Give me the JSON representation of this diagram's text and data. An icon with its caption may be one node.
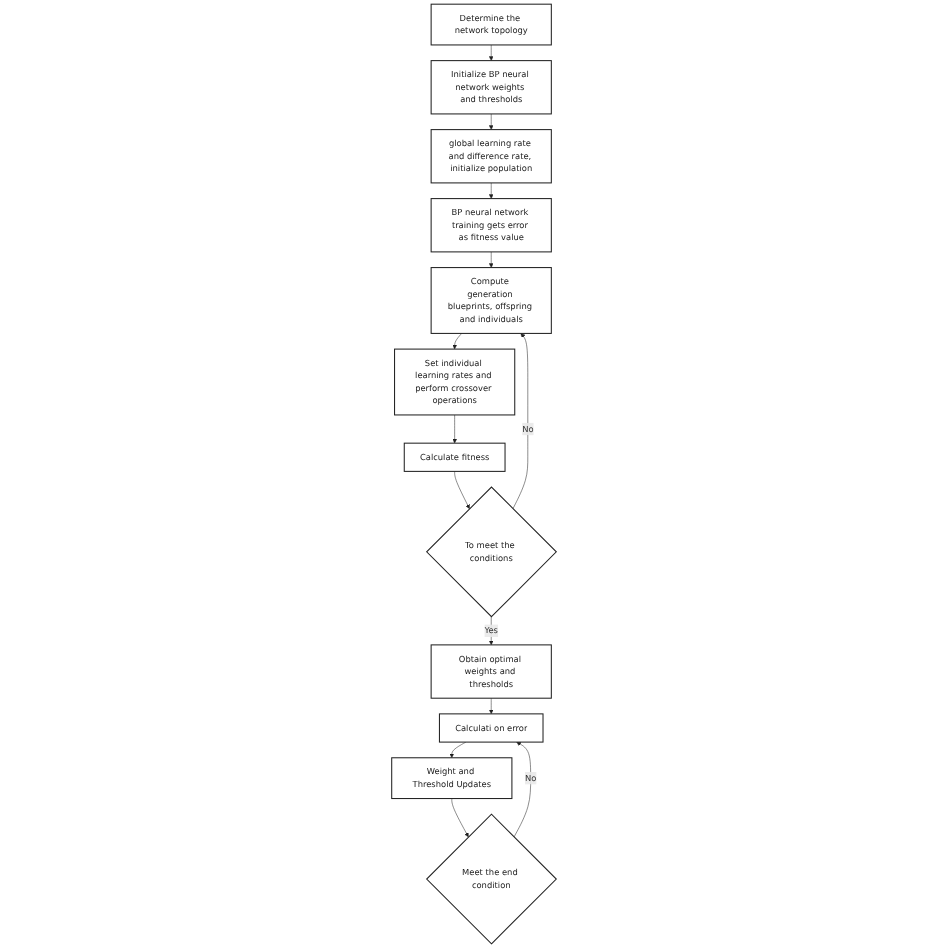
{
  "diagram": {
    "nodes": [
      {
        "text": [
          "Determine the network topology"
        ]
      },
      {
        "text": [
          "Initialize BP neural network weights and thresholds"
        ]
      },
      {
        "text": [
          "global learning rate and difference rate, initialize population"
        ]
      },
      {
        "text": [
          "BP neural network training gets error as fitness value"
        ]
      },
      {
        "text": [
          "Compute generation blueprints, offspring and individuals"
        ]
      },
      {
        "text": [
          "Set individual learning rates and perform crossover operations"
        ]
      },
      {
        "text": [
          "Calculate fitness"
        ]
      },
      {
        "text": [
          "To meet the conditions"
        ]
      },
      {
        "text": [
          "Obtain optimal weights and thresholds"
        ]
      },
      {
        "text": [
          "Calculati on error"
        ]
      },
      {
        "text": [
          "Weight and Threshold Updates"
        ]
      },
      {
        "text": [
          "Meet the end condition"
        ]
      }
    ],
    "edges": [
      {
        "from": 0,
        "to": 1,
        "arrow": "to"
      },
      {
        "from": 1,
        "to": 2,
        "arrow": "to"
      },
      {
        "from": 2,
        "to": 3,
        "arrow": "to"
      },
      {
        "from": 3,
        "to": 4,
        "arrow": "to"
      },
      {
        "from": 4,
        "to": 5,
        "arrow": "to"
      },
      {
        "from": 5,
        "to": 6,
        "arrow": "to"
      },
      {
        "from": 6,
        "to": 7,
        "arrow": "to"
      },
      {
        "from": 7,
        "to": 4,
        "arrow": "to",
        "label": "No"
      },
      {
        "from": 7,
        "to": 8,
        "arrow": "to",
        "label": "Yes"
      },
      {
        "from": 8,
        "to": 9,
        "arrow": "to"
      },
      {
        "from": 9,
        "to": 10,
        "arrow": "to"
      },
      {
        "from": 10,
        "to": 11,
        "arrow": "to"
      },
      {
        "from": 11,
        "to": 9,
        "arrow": "to",
        "label": "No"
      }
    ]
  }
}
